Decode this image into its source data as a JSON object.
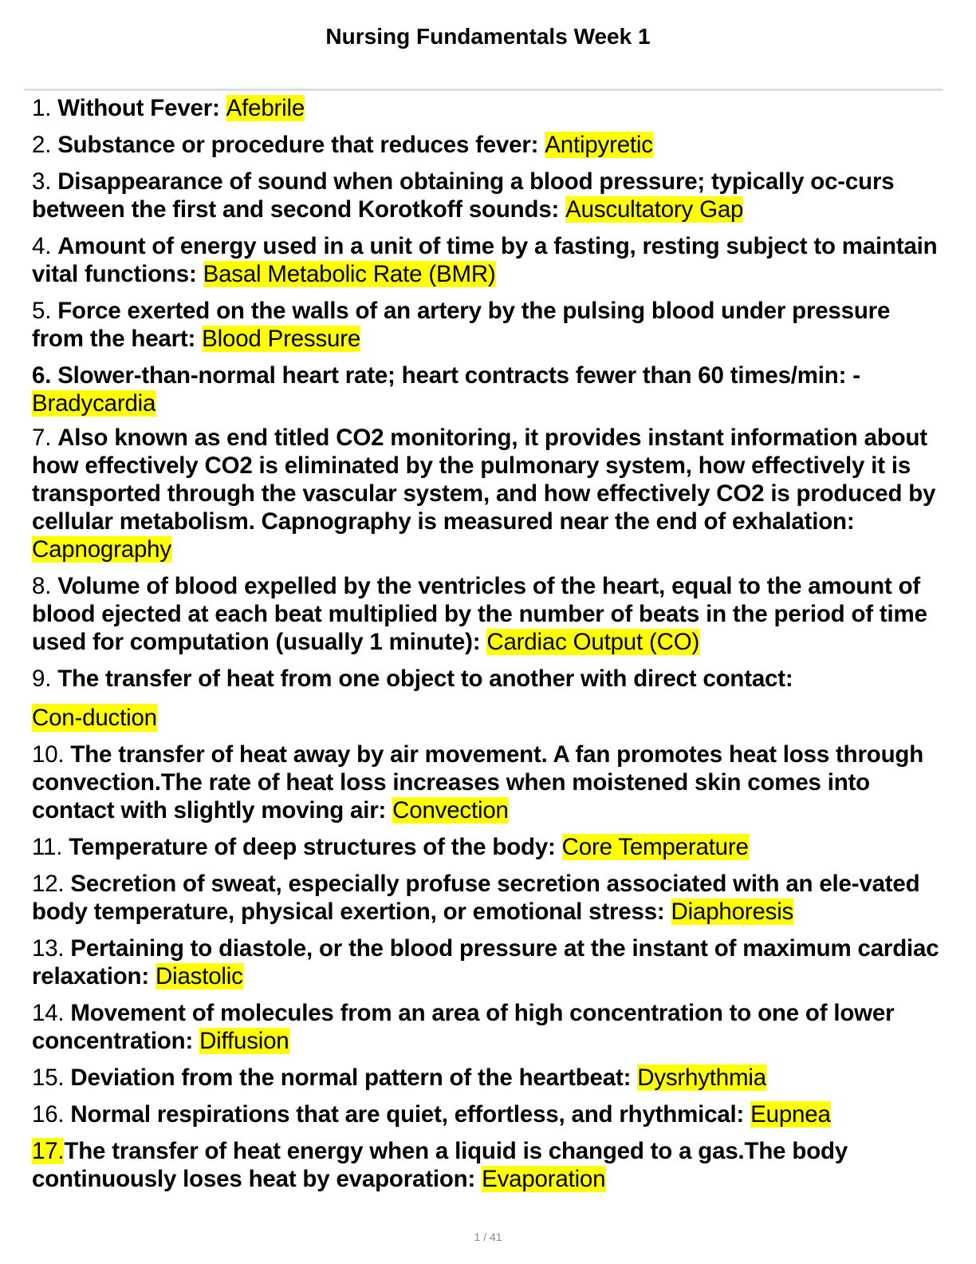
{
  "title": "Nursing Fundamentals Week 1",
  "footer": {
    "page": "1 / 41"
  },
  "entries": [
    {
      "num": "1.",
      "q": "Without Fever: ",
      "a": "Afebrile"
    },
    {
      "num": "2.",
      "q": "Substance or procedure that reduces fever: ",
      "a": "Antipyretic"
    },
    {
      "num": "3.",
      "q": "Disappearance of sound when obtaining a blood pressure; typically oc-curs between the first and second Korotkoff sounds: ",
      "a": "Auscultatory Gap"
    },
    {
      "num": "4.",
      "q": "Amount of energy used in a unit of time by a fasting, resting subject to maintain vital functions: ",
      "a": "Basal Metabolic Rate (BMR)"
    },
    {
      "num": "5.",
      "q": "Force exerted on the walls of an artery by the pulsing blood under pressure from the heart: ",
      "a": "Blood Pressure"
    },
    {
      "num": "6.",
      "q": "Slower-than-normal heart rate; heart contracts fewer than 60 times/min: -",
      "a": "Bradycardia"
    },
    {
      "num": "7.",
      "q": "Also known as end titled CO2 monitoring, it provides instant information about how effectively CO2 is eliminated by the pulmonary system, how effectively it is transported through the vascular system, and how effectively CO2 is produced by cellular metabolism. Capnography is measured near the end of exhalation: ",
      "a": "Capnography"
    },
    {
      "num": "8.",
      "q": "Volume of blood expelled by the ventricles of the heart, equal to the amount of blood ejected at each beat multiplied by the number of beats in the period of time used for computation (usually 1 minute): ",
      "a": "Cardiac Output (CO)"
    },
    {
      "num": "9.",
      "q": "The transfer of heat from one object to another with direct contact: ",
      "a": "Con-duction"
    },
    {
      "num": "10.",
      "q": "The transfer of heat away by air movement. A fan promotes heat loss through convection.The rate of heat loss increases when moistened skin comes into contact with slightly moving air: ",
      "a": "Convection"
    },
    {
      "num": "11.",
      "q": "Temperature of deep structures of the body: ",
      "a": "Core Temperature"
    },
    {
      "num": "12.",
      "q": "Secretion of sweat, especially profuse secretion associated with an ele-vated body temperature, physical exertion, or emotional stress: ",
      "a": "Diaphoresis"
    },
    {
      "num": "13.",
      "q": "Pertaining to diastole, or the blood pressure at the instant of maximum cardiac relaxation: ",
      "a": "Diastolic"
    },
    {
      "num": "14.",
      "q": "Movement of molecules from an area of high concentration to one of lower concentration: ",
      "a": "Diffusion"
    },
    {
      "num": "15.",
      "q": "Deviation from the normal pattern of the heartbeat: ",
      "a": "Dysrhythmia"
    },
    {
      "num": "16.",
      "q": "Normal respirations that are quiet, effortless, and rhythmical: ",
      "a": "Eupnea"
    },
    {
      "num": "17.",
      "q": "The transfer of heat energy when a liquid is changed to a gas.The body continuously loses heat by evaporation: ",
      "a": "Evaporation"
    }
  ],
  "colors": {
    "highlight": "#ffff00",
    "rule": "#d8dde8",
    "footer_text": "#8a8a8a"
  }
}
